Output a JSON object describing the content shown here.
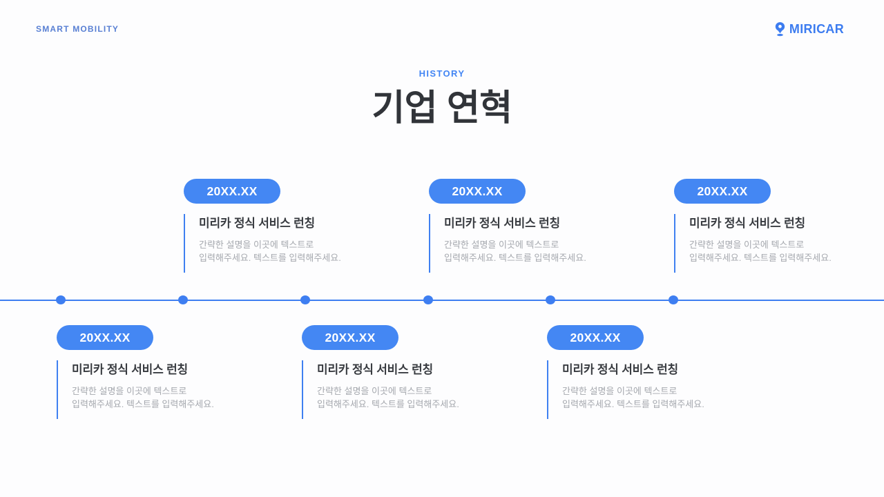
{
  "header": {
    "brand": "SMART MOBILITY",
    "logo_text": "MIRICAR"
  },
  "title_block": {
    "eyebrow": "HISTORY",
    "title": "기업 연혁"
  },
  "colors": {
    "accent_blue": "#4285F4",
    "pill_blue": "#4487F3",
    "timeline_blue": "#3E7EF1",
    "logo_blue": "#3C7CF0",
    "brand_muted_blue": "#587FD3",
    "heading_dark": "#313439",
    "card_title_dark": "#383B40",
    "description_gray": "#A5A8AE",
    "background": "#FDFDFE"
  },
  "timeline": {
    "items": [
      {
        "date": "20XX.XX",
        "title": "미리카 정식 서비스 런칭",
        "desc": [
          "간략한 설명을 이곳에 텍스트로",
          "입력해주세요. 텍스트를 입력해주세요."
        ]
      },
      {
        "date": "20XX.XX",
        "title": "미리카 정식 서비스 런칭",
        "desc": [
          "간략한 설명을 이곳에 텍스트로",
          "입력해주세요. 텍스트를 입력해주세요."
        ]
      },
      {
        "date": "20XX.XX",
        "title": "미리카 정식 서비스 런칭",
        "desc": [
          "간략한 설명을 이곳에 텍스트로",
          "입력해주세요. 텍스트를 입력해주세요."
        ]
      },
      {
        "date": "20XX.XX",
        "title": "미리카 정식 서비스 런칭",
        "desc": [
          "간략한 설명을 이곳에 텍스트로",
          "입력해주세요. 텍스트를 입력해주세요."
        ]
      },
      {
        "date": "20XX.XX",
        "title": "미리카 정식 서비스 런칭",
        "desc": [
          "간략한 설명을 이곳에 텍스트로",
          "입력해주세요. 텍스트를 입력해주세요."
        ]
      },
      {
        "date": "20XX.XX",
        "title": "미리카 정식 서비스 런칭",
        "desc": [
          "간략한 설명을 이곳에 텍스트로",
          "입력해주세요. 텍스트를 입력해주세요."
        ]
      }
    ]
  }
}
